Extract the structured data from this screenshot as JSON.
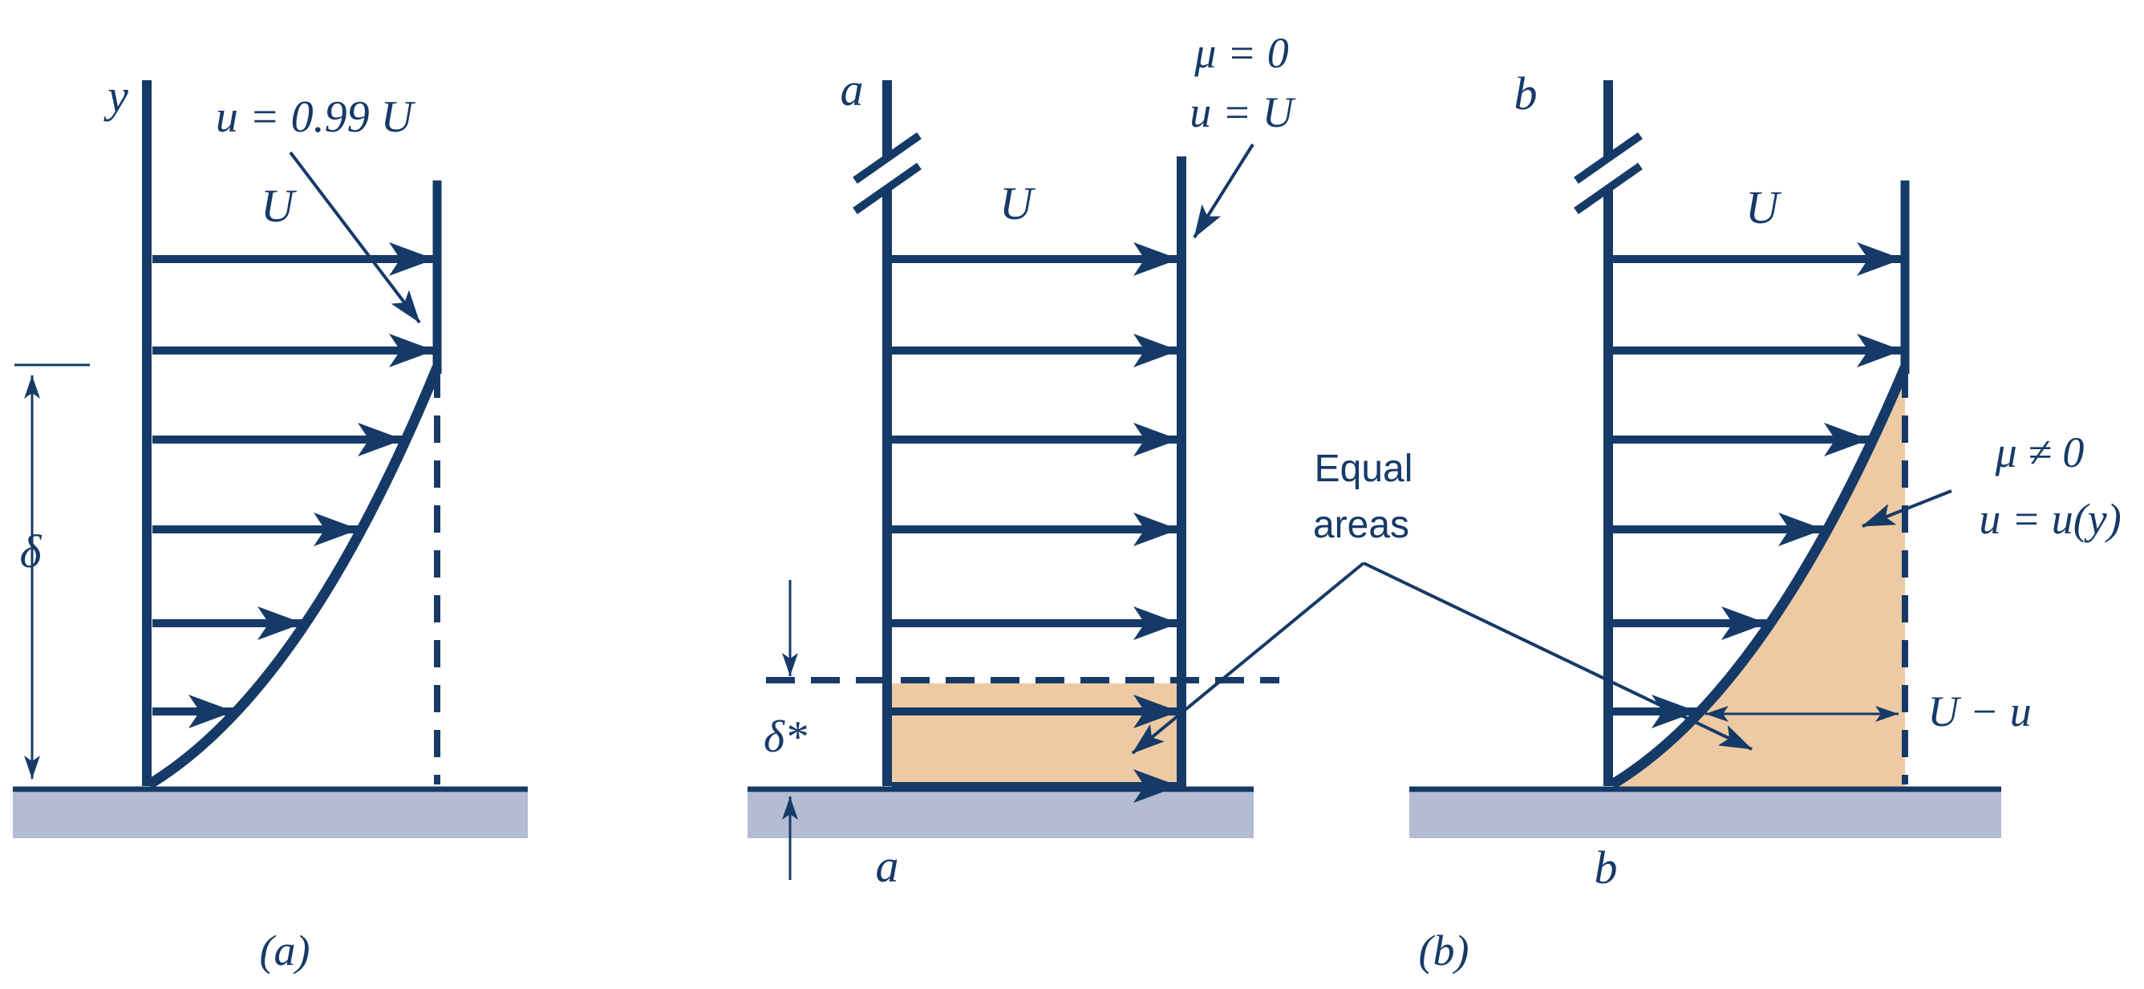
{
  "colors": {
    "ink": "#163a67",
    "shaded_area": "#edcaa3",
    "wall": "#b4bcd3",
    "background": "#ffffff"
  },
  "panel_a": {
    "y_axis_label": "y",
    "annotation_099U": "u = 0.99 U",
    "freestream_label": "U",
    "boundary_layer_thickness_label": "δ",
    "caption": "(a)"
  },
  "panel_b": {
    "station_a": {
      "axis_top_label": "a",
      "freestream_label": "U",
      "inviscid_condition_line1": "μ = 0",
      "inviscid_condition_line2": "u = U",
      "displacement_thickness_label": "δ*",
      "axis_bottom_label": "a"
    },
    "equal_areas_line1": "Equal",
    "equal_areas_line2": "areas",
    "station_b": {
      "axis_top_label": "b",
      "freestream_label": "U",
      "viscous_condition_line1": "μ ≠ 0",
      "viscous_condition_line2": "u = u(y)",
      "velocity_defect_label": "U − u",
      "axis_bottom_label": "b"
    },
    "caption": "(b)"
  }
}
